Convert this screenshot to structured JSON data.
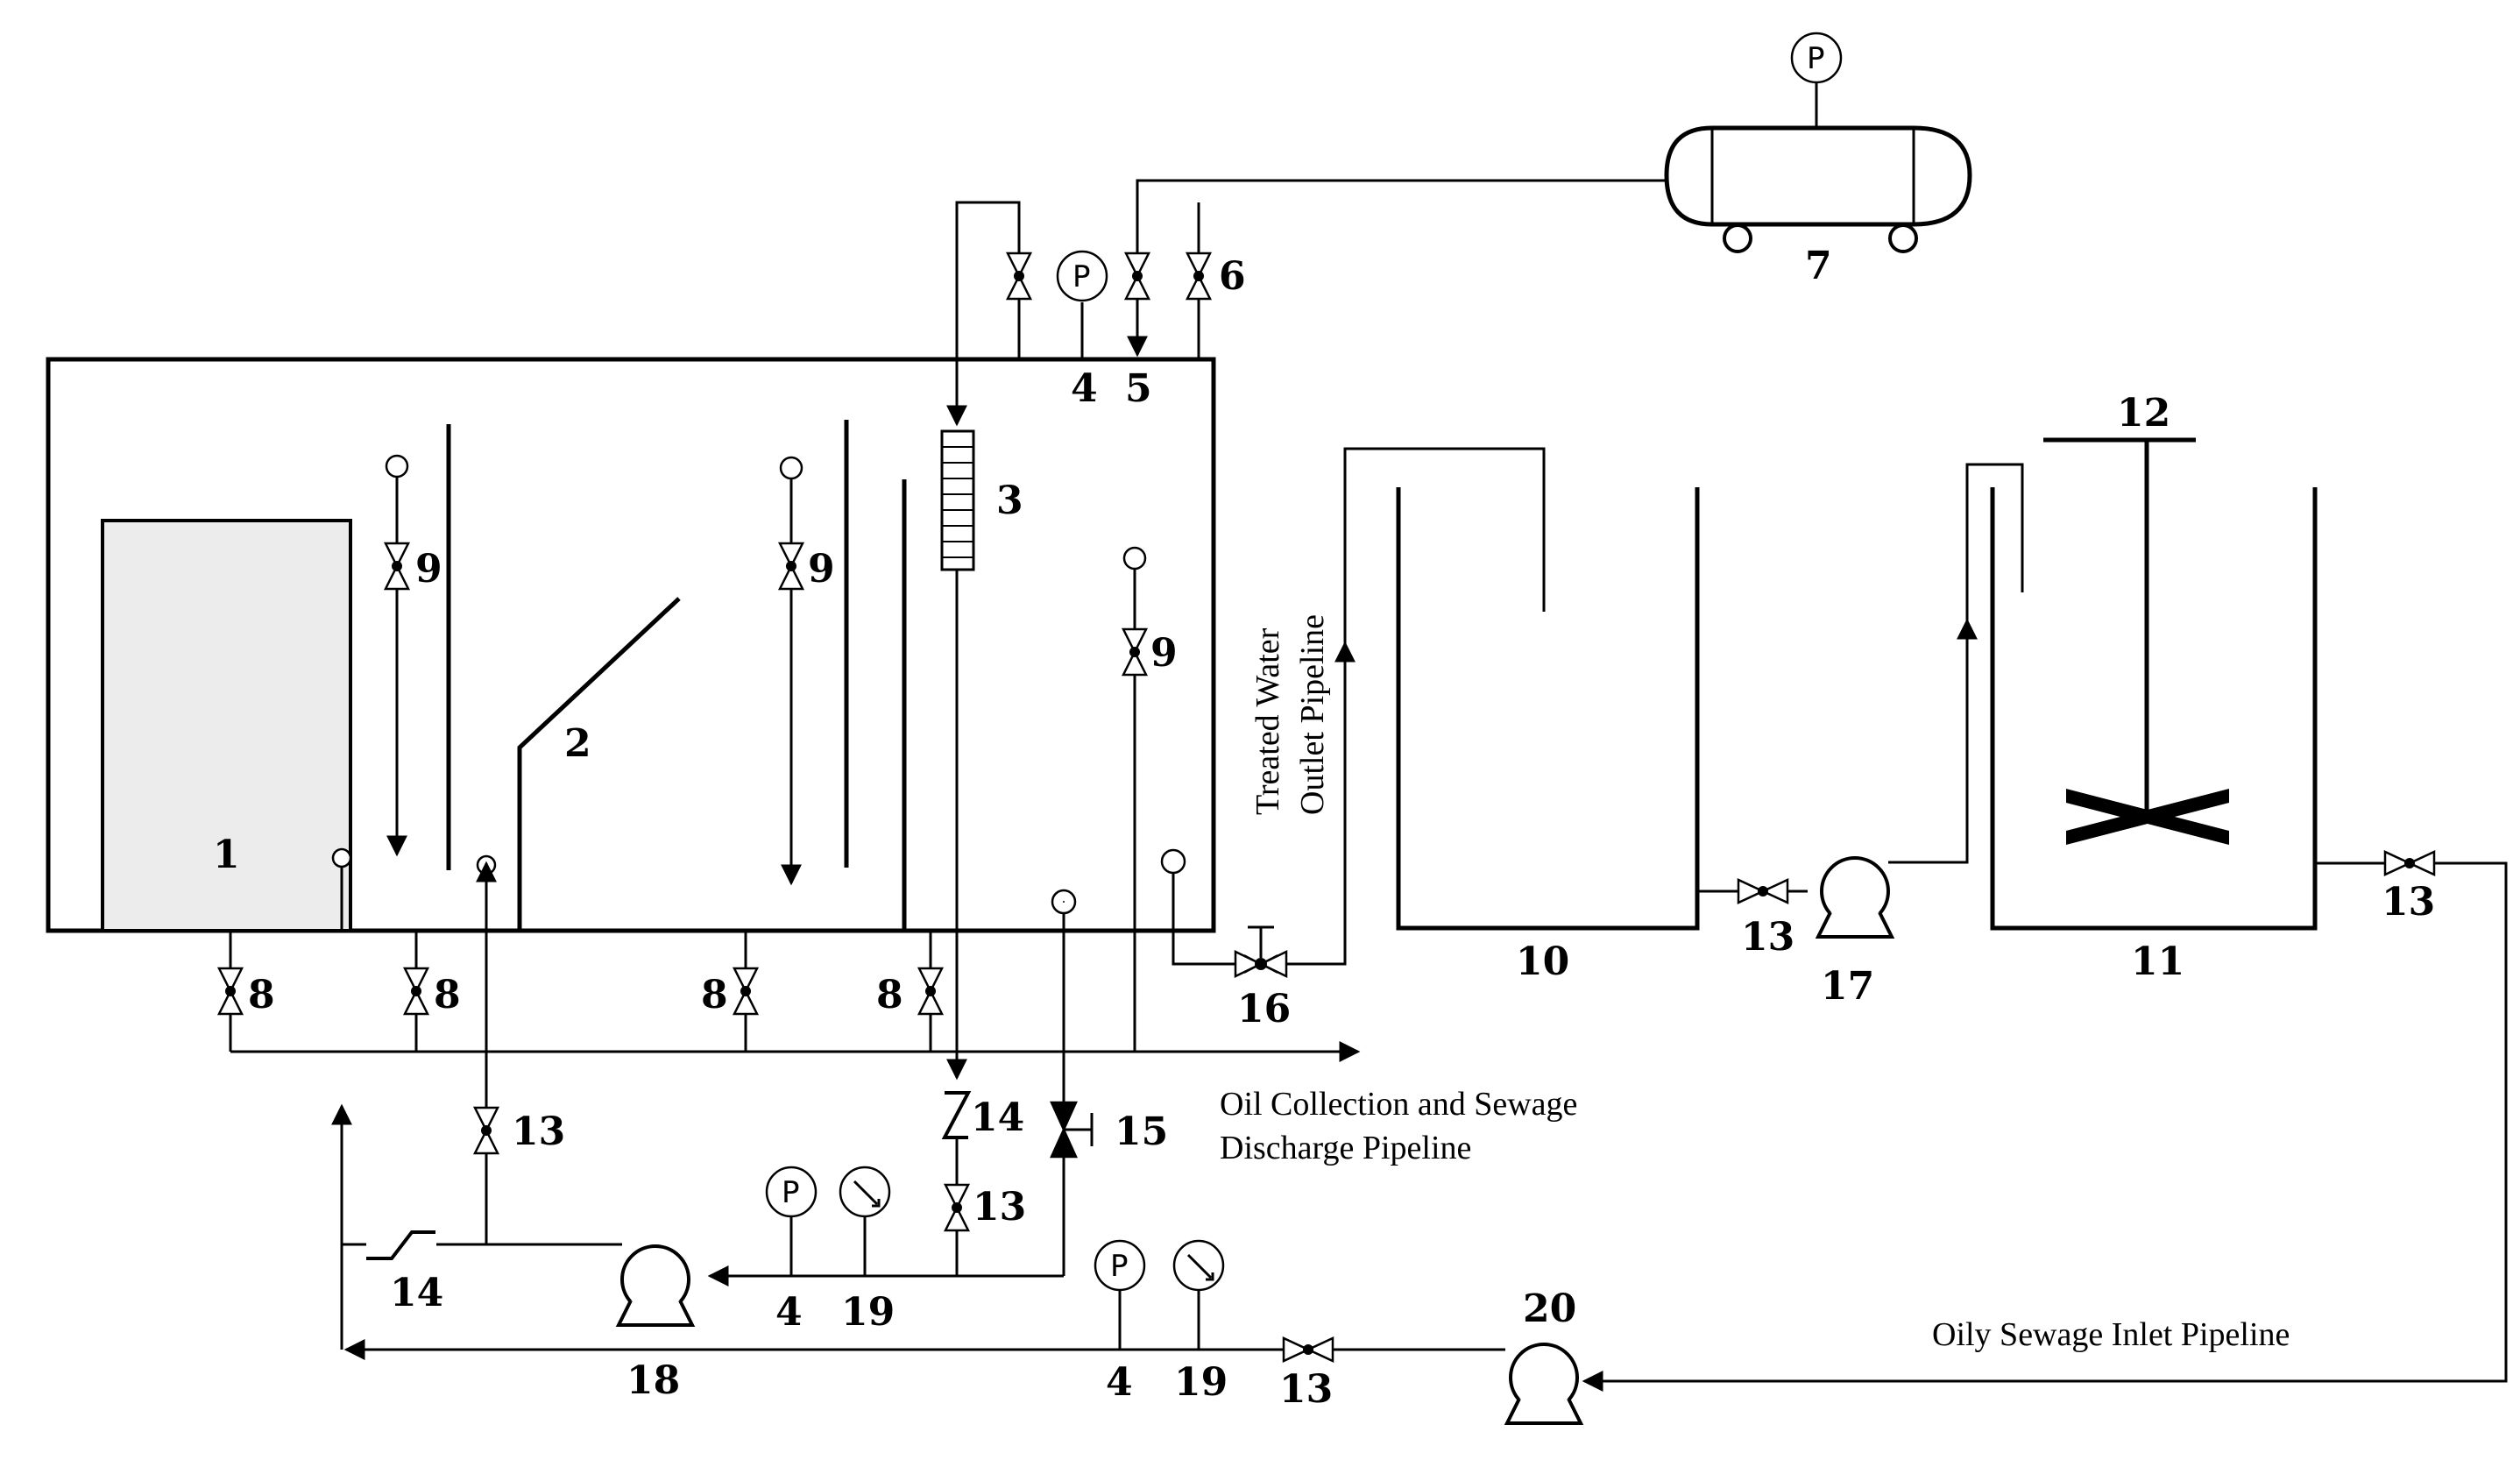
{
  "labels": {
    "n1": "1",
    "n2": "2",
    "n3": "3",
    "n4a": "4",
    "n4b": "4",
    "n4c": "4",
    "n5": "5",
    "n6": "6",
    "n7": "7",
    "n8a": "8",
    "n8b": "8",
    "n8c": "8",
    "n8d": "8",
    "n9a": "9",
    "n9b": "9",
    "n9c": "9",
    "n10": "10",
    "n11": "11",
    "n12": "12",
    "n13a": "13",
    "n13b": "13",
    "n13c": "13",
    "n13d": "13",
    "n13e": "13",
    "n14a": "14",
    "n14b": "14",
    "n15": "15",
    "n16": "16",
    "n17": "17",
    "n18": "18",
    "n19a": "19",
    "n19b": "19",
    "n20": "20"
  },
  "gauge_symbol": "P",
  "pipelines": {
    "treated_water_line1": "Treated Water",
    "treated_water_line2": "Outlet Pipeline",
    "oil_collection_line1": "Oil Collection and Sewage",
    "oil_collection_line2": "Discharge Pipeline",
    "oily_sewage_inlet": "Oily Sewage Inlet Pipeline"
  }
}
